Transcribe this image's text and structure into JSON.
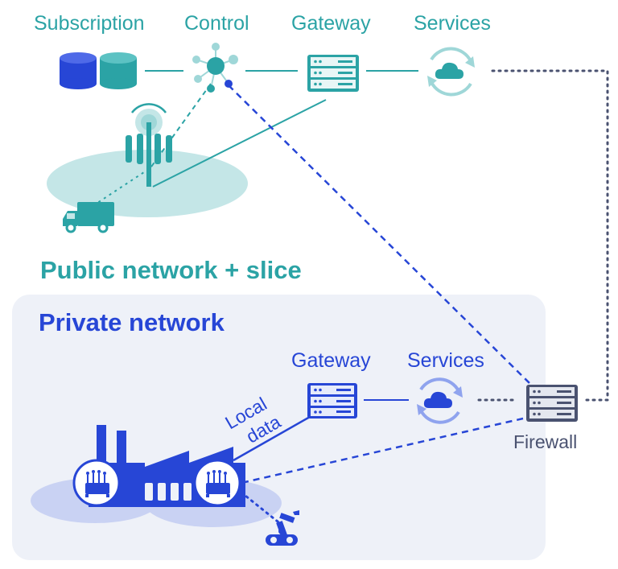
{
  "top_labels": {
    "subscription": "Subscription",
    "control": "Control",
    "gateway": "Gateway",
    "services": "Services"
  },
  "public_network_title": "Public network + slice",
  "private_network": {
    "title": "Private network",
    "gateway": "Gateway",
    "services": "Services",
    "local_data_line1": "Local",
    "local_data_line2": "data"
  },
  "firewall_label": "Firewall",
  "colors": {
    "teal": "#2ba3a5",
    "blue": "#2746d6",
    "slate": "#4a5270",
    "private_bg": "#eef1f8"
  },
  "icons": [
    "database-icon",
    "network-hub-icon",
    "server-icon",
    "cloud-sync-icon",
    "cell-tower-icon",
    "truck-icon",
    "factory-icon",
    "router-icon",
    "robot-arm-icon",
    "firewall-icon"
  ]
}
